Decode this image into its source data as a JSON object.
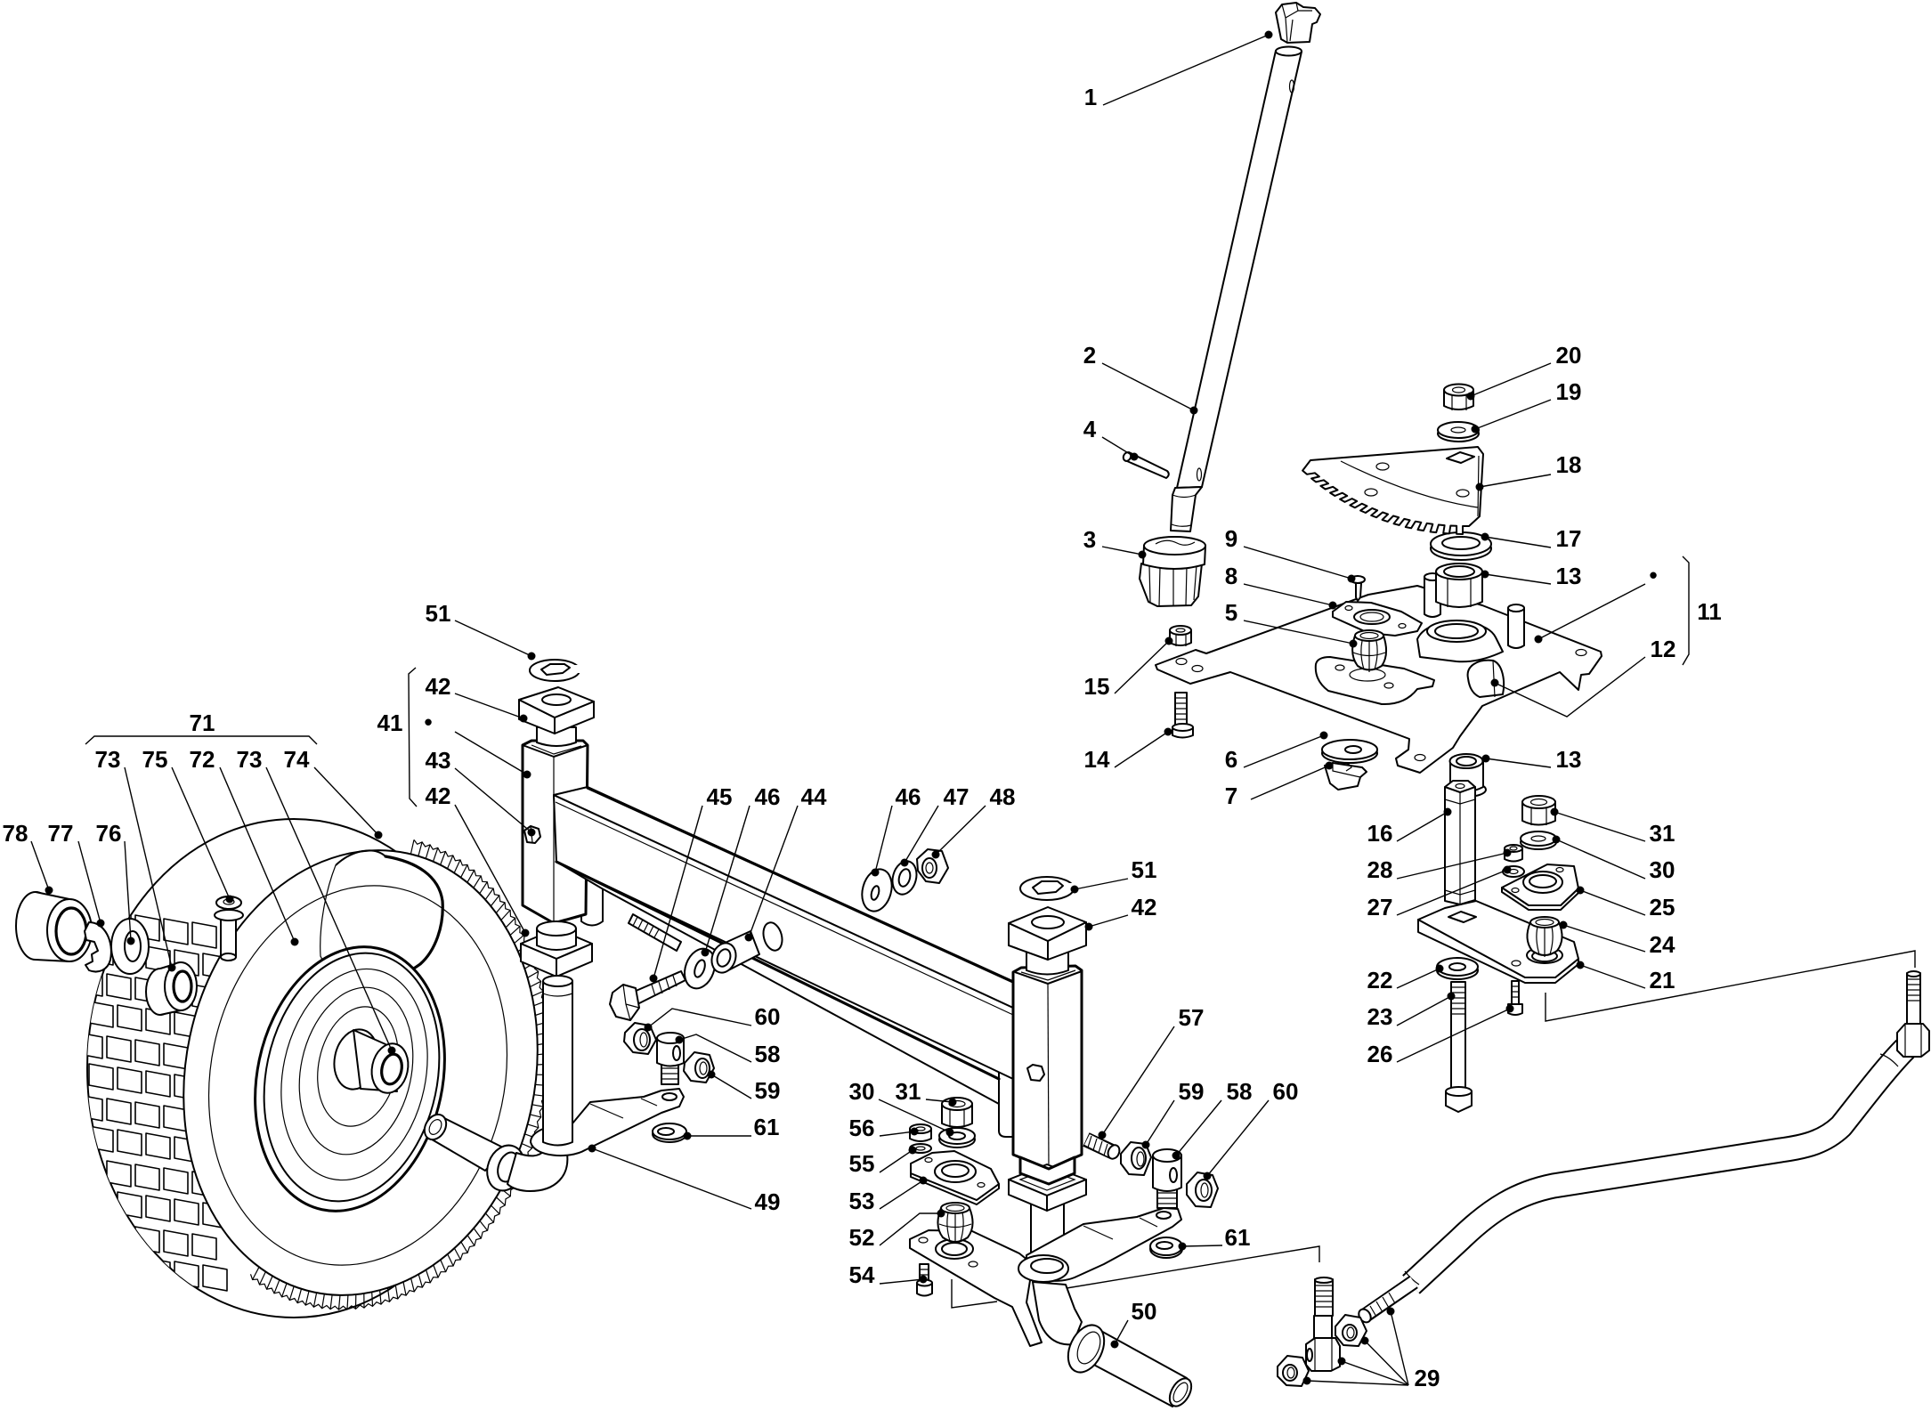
{
  "diagram": {
    "callouts": [
      {
        "label": "1"
      },
      {
        "label": "2"
      },
      {
        "label": "4"
      },
      {
        "label": "3"
      },
      {
        "label": "9"
      },
      {
        "label": "8"
      },
      {
        "label": "5"
      },
      {
        "label": "15"
      },
      {
        "label": "14"
      },
      {
        "label": "6"
      },
      {
        "label": "7"
      },
      {
        "label": "20"
      },
      {
        "label": "19"
      },
      {
        "label": "18"
      },
      {
        "label": "17"
      },
      {
        "label": "13"
      },
      {
        "label": "•"
      },
      {
        "label": "11"
      },
      {
        "label": "12"
      },
      {
        "label": "13"
      },
      {
        "label": "16"
      },
      {
        "label": "28"
      },
      {
        "label": "27"
      },
      {
        "label": "22"
      },
      {
        "label": "23"
      },
      {
        "label": "26"
      },
      {
        "label": "31"
      },
      {
        "label": "30"
      },
      {
        "label": "25"
      },
      {
        "label": "24"
      },
      {
        "label": "21"
      },
      {
        "label": "51"
      },
      {
        "label": "42"
      },
      {
        "label": "•"
      },
      {
        "label": "41"
      },
      {
        "label": "43"
      },
      {
        "label": "42"
      },
      {
        "label": "71"
      },
      {
        "label": "73"
      },
      {
        "label": "75"
      },
      {
        "label": "72"
      },
      {
        "label": "73"
      },
      {
        "label": "74"
      },
      {
        "label": "78"
      },
      {
        "label": "77"
      },
      {
        "label": "76"
      },
      {
        "label": "45"
      },
      {
        "label": "46"
      },
      {
        "label": "44"
      },
      {
        "label": "46"
      },
      {
        "label": "47"
      },
      {
        "label": "48"
      },
      {
        "label": "51"
      },
      {
        "label": "42"
      },
      {
        "label": "57"
      },
      {
        "label": "60"
      },
      {
        "label": "58"
      },
      {
        "label": "59"
      },
      {
        "label": "61"
      },
      {
        "label": "49"
      },
      {
        "label": "30"
      },
      {
        "label": "31"
      },
      {
        "label": "56"
      },
      {
        "label": "55"
      },
      {
        "label": "53"
      },
      {
        "label": "52"
      },
      {
        "label": "54"
      },
      {
        "label": "59"
      },
      {
        "label": "58"
      },
      {
        "label": "60"
      },
      {
        "label": "61"
      },
      {
        "label": "50"
      },
      {
        "label": "29"
      }
    ],
    "groups": [
      {
        "label": "71",
        "members": [
          "73",
          "75",
          "72",
          "73",
          "74"
        ]
      },
      {
        "label": "41",
        "members": [
          "42",
          "•",
          "43",
          "42"
        ]
      },
      {
        "label": "11",
        "members": [
          "•",
          "12"
        ]
      }
    ]
  }
}
